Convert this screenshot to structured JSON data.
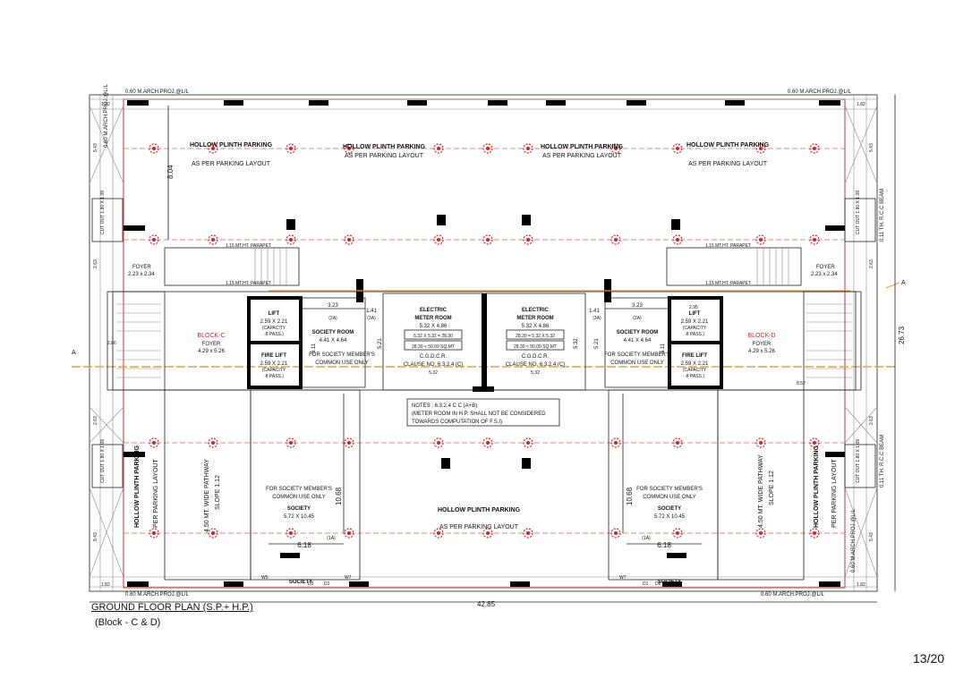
{
  "title_line1": "GROUND FLOOR PLAN (S.P.+ H.P.)",
  "title_line2": "(Block - C & D)",
  "page_number": "13/20",
  "projection_label": "0.60 M.ARCH.PROJ.@L/L",
  "total_width": "42.85",
  "total_depth": "26.73",
  "parking_title": "HOLLOW PLINTH PARKING",
  "parking_sub": "AS PER PARKING LAYOUT",
  "parking_sub_short": "PER PARKING LAYOUT",
  "parapet": "1.15 MT.HT. PARAPET",
  "top_depth": "8.04",
  "wing_depth": "10.68",
  "society_width": "6.18",
  "side_dims": [
    "1.82",
    "5.43",
    "2.63",
    "2.63",
    "5.43",
    "1.82"
  ],
  "beam_note": "0.11 TH. R.C.C BEAM",
  "cutout": "CUT OUT 1.80 X 1.09",
  "foyer_small": {
    "name": "FOYER",
    "size": "2.23 x 2.34"
  },
  "block_c": "BLOCK-C",
  "block_d": "BLOCK-D",
  "foyer_main": {
    "name": "FOYER",
    "size": "4.29 x 5.26"
  },
  "lift": {
    "name": "LIFT",
    "size": "2.59 X 2.21",
    "cap": "(CAPACITY",
    "pass": "-8 PASS.)"
  },
  "fire_lift": {
    "name": "FIRE LIFT",
    "size": "2.59 X 2.21",
    "cap": "(CAPACITY",
    "pass": "-8 PASS.)"
  },
  "society_room": {
    "name": "SOCIETY ROOM",
    "size": "4.41 X 4.64",
    "note1": "FOR SOCIETY MEMBER'S",
    "note2": "COMMON USE ONLY"
  },
  "electric": {
    "name1": "ELECTRIC",
    "name2": "METER ROOM",
    "size": "5.32 X 4.86",
    "calc_left": "5.32 X 5.32 = 28.30",
    "calc_right": "28.30 = 5.32 X 5.32",
    "limit_left": "28.30 < 50.00 SQ.MT",
    "limit_right": "28.30 < 50.00 SQ.MT",
    "cgdcr": "C.G.D.C.R.",
    "clause": "CLAUSE NO. 6.3.2.4 (C)",
    "dim": "5.32"
  },
  "notes": {
    "line1": "NOTES : 6.3.2.4 C C (A+B)",
    "line2": "(METER ROOM IN H.P. SHALL NOT BE CONSIDERED",
    "line3": "TOWARDS COMPUTATION OF F.S.I)"
  },
  "society": {
    "name": "SOCIETY",
    "size": "5.72 X 10.45",
    "note1": "FOR SOCIETY MEMBER'S",
    "note2": "COMMON USE ONLY"
  },
  "pathway": {
    "line1": "4.50 MT. WIDE PATHWAY",
    "line2": "SLOPE 1:12"
  },
  "dims": {
    "d323": "3.23",
    "d141": "1.41",
    "d511": "5.11",
    "d521": "5.21",
    "d532": "5.32",
    "d286": "2.86",
    "d852": "8.52",
    "d295": "2.95"
  },
  "tags": {
    "t2a": "(2A)",
    "t3a": "(3A)",
    "t1a": "(1A)",
    "d2": "D2",
    "d1": "D1",
    "w5": "W5",
    "w7": "W7",
    "w8": "W8"
  },
  "colors": {
    "red": "#d22222",
    "orange": "#e8a040",
    "wall": "#000000"
  }
}
